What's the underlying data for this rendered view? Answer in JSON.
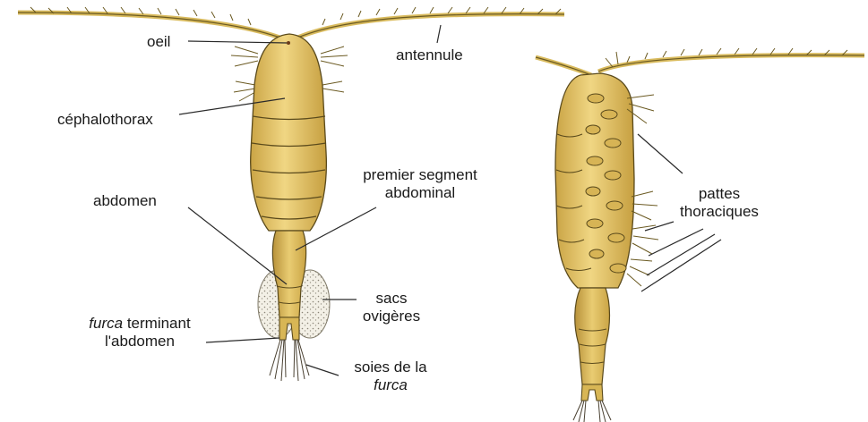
{
  "colors": {
    "body_fill": "#e6c86a",
    "body_shade": "#c9a443",
    "body_outline": "#5a4a1c",
    "egg_sac_fill": "#f1eee4",
    "leader_line": "#2a2a2a",
    "text": "#1a1a1a"
  },
  "labels": {
    "oeil": "oeil",
    "antennule": "antennule",
    "cephalothorax": "céphalothorax",
    "premier_segment_line1": "premier segment",
    "premier_segment_line2": "abdominal",
    "abdomen": "abdomen",
    "sacs_line1": "sacs",
    "sacs_line2": "ovigères",
    "furca_term_italic": "furca",
    "furca_term_rest": " terminant",
    "furca_term_line2": "l'abdomen",
    "soies_line1": "soies de la",
    "soies_line2_italic": "furca",
    "pattes_line1": "pattes",
    "pattes_line2": "thoraciques"
  }
}
